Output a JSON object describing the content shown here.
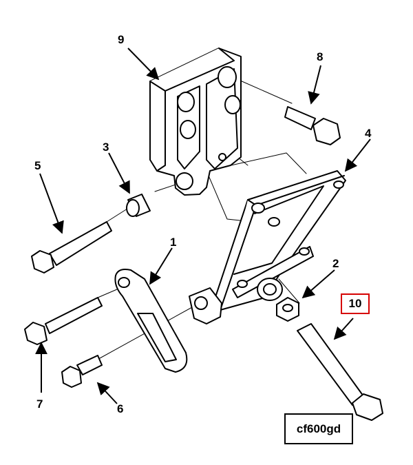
{
  "callouts": {
    "c1": "1",
    "c2": "2",
    "c3": "3",
    "c4": "4",
    "c5": "5",
    "c6": "6",
    "c7": "7",
    "c8": "8",
    "c9": "9",
    "c10": "10"
  },
  "figure_code": "cf600gd",
  "colors": {
    "ink": "#000000",
    "highlight": "#d60000",
    "background": "#ffffff"
  }
}
